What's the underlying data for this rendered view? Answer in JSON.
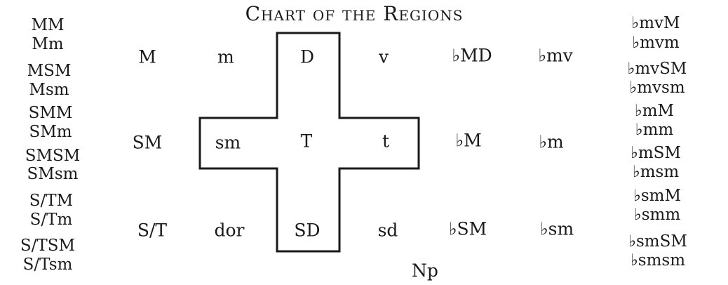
{
  "title": "Chart of the Regions",
  "left_column": [
    "MM",
    "Mm",
    "MSM",
    "Msm",
    "SMM",
    "SMm",
    "SMSM",
    "SMsm",
    "S/TM",
    "S/Tm",
    "S/TSM",
    "S/Tsm"
  ],
  "grid": {
    "row1": [
      "M",
      "m",
      "D",
      "v",
      "♭MD",
      "♭mv"
    ],
    "row2": [
      "SM",
      "sm",
      "T",
      "t",
      "♭M",
      "♭m"
    ],
    "row3": [
      "S/T",
      "dor",
      "SD",
      "sd",
      "♭SM",
      "♭sm"
    ]
  },
  "right_column": [
    "♭mvM",
    "♭mvm",
    "♭mvSM",
    "♭mvsm",
    "♭mM",
    "♭mm",
    "♭mSM",
    "♭msm",
    "♭smM",
    "♭smm",
    "♭smSM",
    "♭smsm"
  ],
  "bottom_label": "Np",
  "colors": {
    "ink": "#1a1a1a",
    "background": "#ffffff"
  }
}
